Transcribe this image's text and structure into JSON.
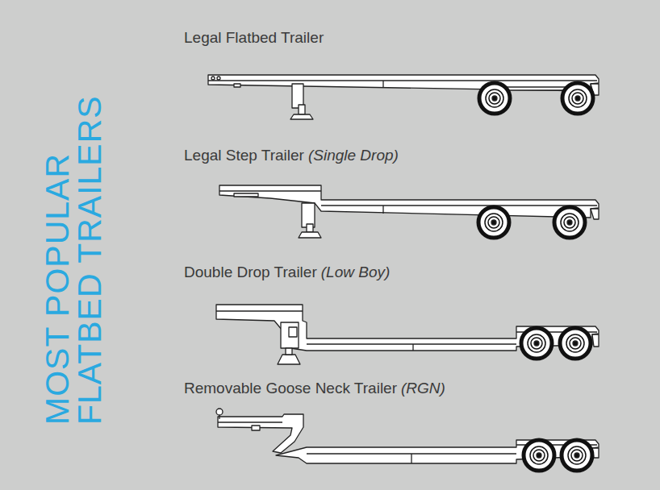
{
  "diagram": {
    "title": "MOST POPULAR FLATBED TRAILERS",
    "labels": [
      "Legal Flatbed Trailer",
      "Legal Step Trailer",
      "(Single Drop)",
      "Double Drop Trailer",
      "(Low Boy)",
      "Removable Goose Neck Trailer",
      "(RGN)"
    ]
  }
}
